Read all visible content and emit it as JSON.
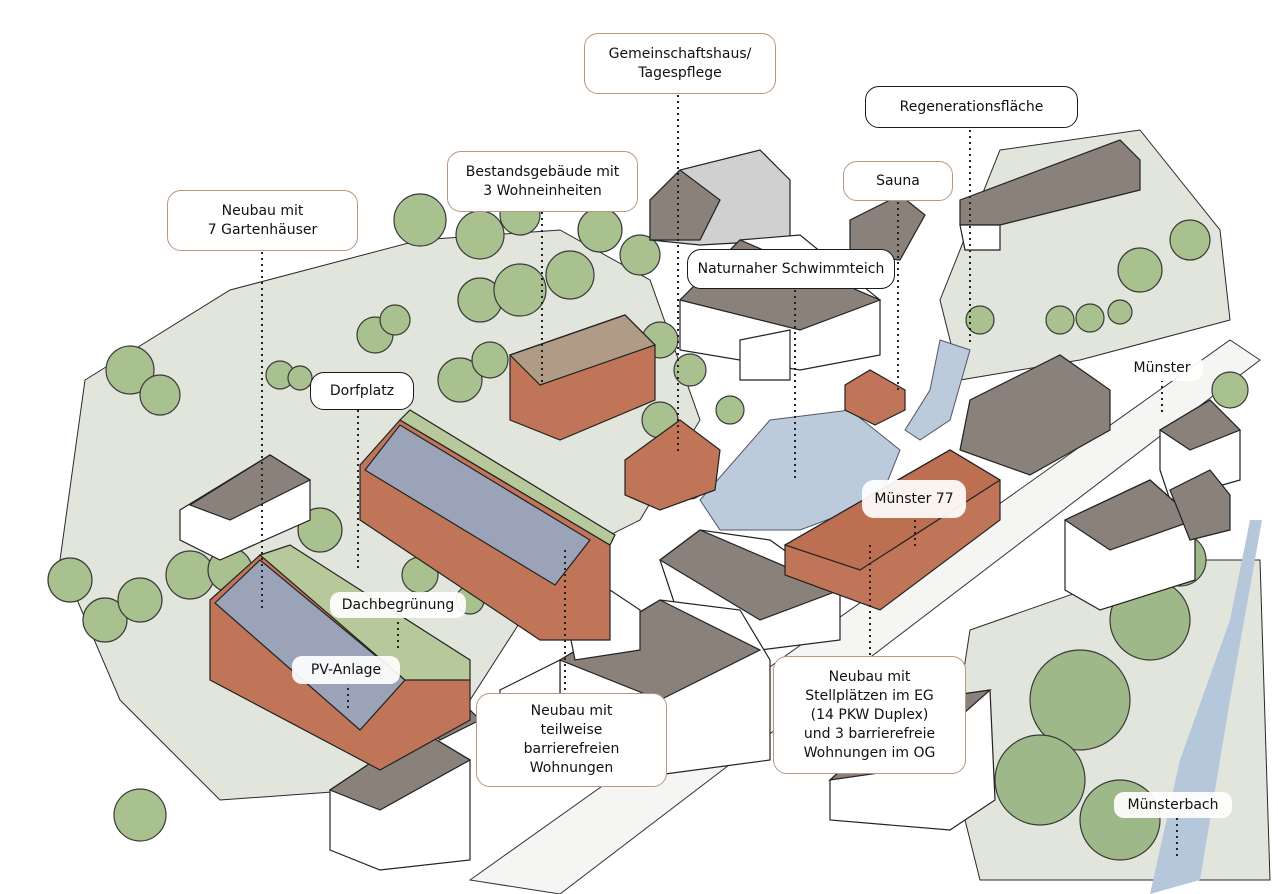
{
  "labels": {
    "gemeinschaftshaus": "Gemeinschaftshaus/\nTagespflege",
    "regeneration": "Regenerationsfläche",
    "bestand": "Bestandsgebäude mit\n3 Wohneinheiten",
    "sauna": "Sauna",
    "gartenhaeuser": "Neubau mit\n7 Gartenhäuser",
    "schwimmteich": "Naturnaher Schwimmteich",
    "dorfplatz": "Dorfplatz",
    "muenster": "Münster",
    "muenster77": "Münster 77",
    "dachbegruenung": "Dachbegrünung",
    "pv": "PV-Anlage",
    "barrierefrei": "Neubau mit\nteilweise\nbarrierefreien\nWohnungen",
    "stellplaetze": "Neubau mit\nStellplätzen im EG\n(14 PKW Duplex)\nund 3 barrierefreie\nWohnungen im OG",
    "muensterbach": "Münsterbach"
  },
  "colors": {
    "ground": "#dfe3da",
    "tree": "#a9c08f",
    "tree_dark": "#7f9a6b",
    "brick": "#c07558",
    "roof_grey": "#8c837d",
    "pv_panel": "#9aa3b8",
    "green_roof": "#b7c99a",
    "water": "#b9c8d8",
    "brown_border": "#b89680"
  }
}
